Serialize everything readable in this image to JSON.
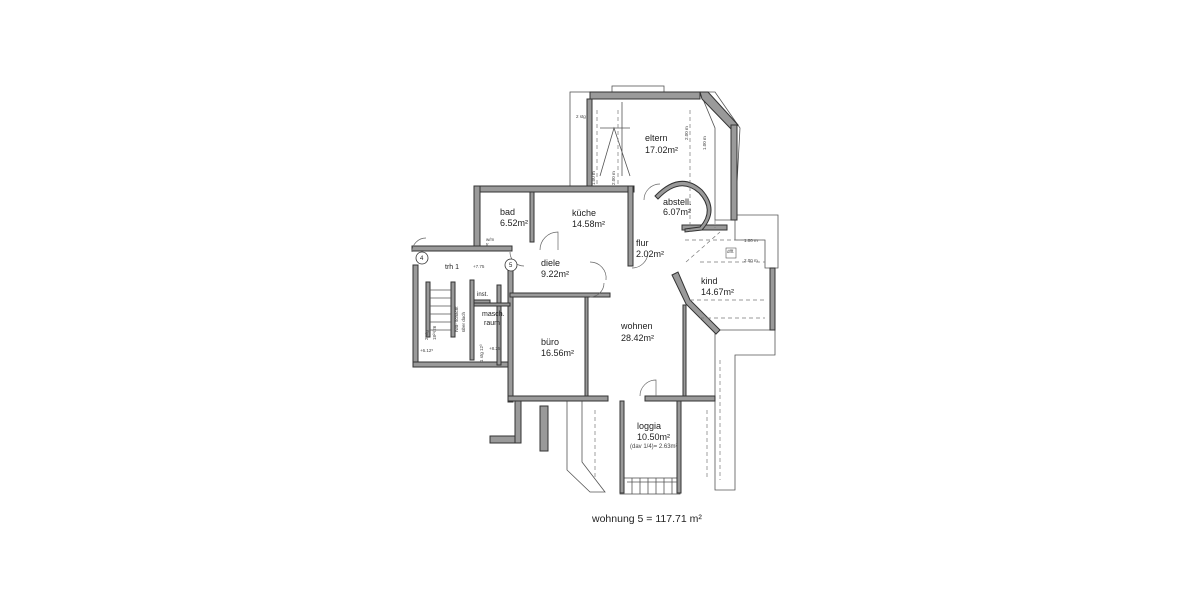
{
  "rooms": {
    "eltern": {
      "name": "eltern",
      "area": "17.02m²"
    },
    "abstell": {
      "name": "abstell.",
      "area": "6.07m²"
    },
    "kueche": {
      "name": "küche",
      "area": "14.58m²"
    },
    "bad": {
      "name": "bad",
      "area": "6.52m²"
    },
    "flur": {
      "name": "flur",
      "area": "2.02m²"
    },
    "diele": {
      "name": "diele",
      "area": "9.22m²"
    },
    "kind": {
      "name": "kind",
      "area": "14.67m²"
    },
    "wohnen": {
      "name": "wohnen",
      "area": "28.42m²"
    },
    "buero": {
      "name": "büro",
      "area": "16.56m²"
    },
    "loggia": {
      "name": "loggia",
      "area": "10.50m²",
      "note": "(dav 1/4)= 2.63m²"
    },
    "trh": {
      "name": "trh 1",
      "level": "+7.75"
    },
    "inst": {
      "name": "inst."
    },
    "masch": {
      "line1": "masch.",
      "line2": "raum"
    }
  },
  "labels": {
    "marker4": "4",
    "marker5": "5",
    "stair2": "2 stg",
    "stair2dim": "18²¹/26",
    "rwa1": "rwa- schacht",
    "rwa2": "über dach",
    "stair1": "1 stg 12³",
    "level825": "+8.25",
    "level612": "+6.12⁵",
    "wm": "w/m",
    "tr": "tr",
    "dim100a": "1.00 m",
    "dim200a": "2.00 m",
    "dim200b": "2.00 m",
    "dim100b": "1.00 m",
    "dim100c": "1.00 m",
    "dim200c": "2.00 m",
    "stg2top": "2 stg",
    "dfff": "dfff."
  },
  "footer": {
    "total": "wohnung 5 = 117.71 m²"
  }
}
